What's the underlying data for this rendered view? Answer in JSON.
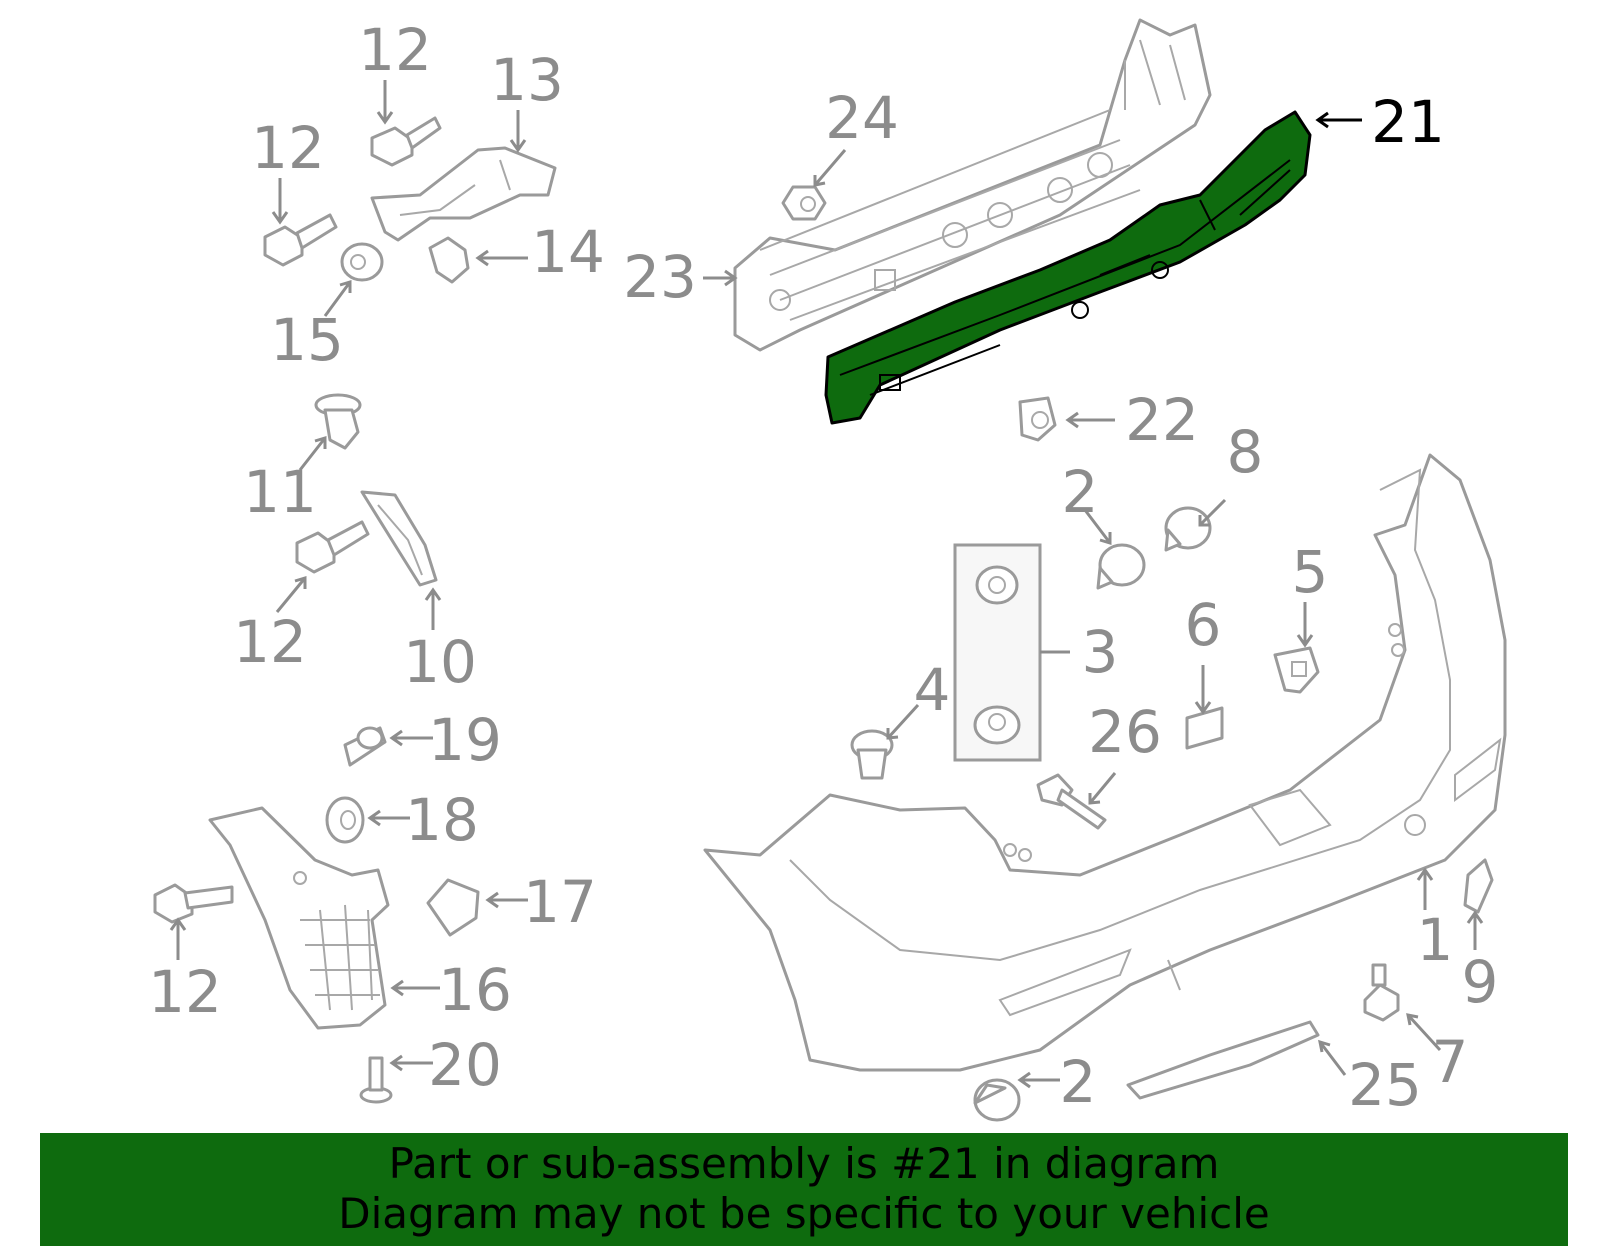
{
  "diagram": {
    "highlight_color": "#0e6b0e",
    "highlighted_part": "21",
    "callouts": {
      "c12a": "12",
      "c13": "13",
      "c12b": "12",
      "c14": "14",
      "c15": "15",
      "c24": "24",
      "c21": "21",
      "c23": "23",
      "c22": "22",
      "c11": "11",
      "c2a": "2",
      "c8": "8",
      "c12c": "12",
      "c10": "10",
      "c3": "3",
      "c5": "5",
      "c6": "6",
      "c4": "4",
      "c26": "26",
      "c19": "19",
      "c18": "18",
      "c17": "17",
      "c12d": "12",
      "c16": "16",
      "c1": "1",
      "c9": "9",
      "c7": "7",
      "c20": "20",
      "c2b": "2",
      "c25": "25"
    }
  },
  "banner": {
    "line1": "Part or sub-assembly is #21 in diagram",
    "line2": "Diagram may not be specific to your vehicle",
    "background": "#0e6b0e"
  }
}
